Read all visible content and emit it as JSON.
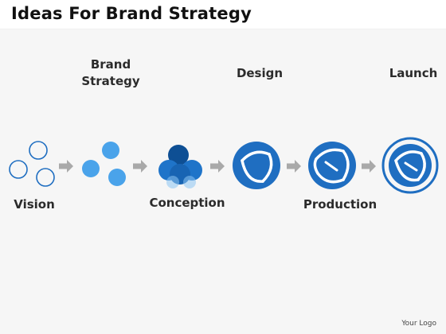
{
  "title": "Ideas For Brand Strategy",
  "stages": [
    {
      "label": "Vision"
    },
    {
      "label": "Brand Strategy"
    },
    {
      "label": "Conception"
    },
    {
      "label": "Design"
    },
    {
      "label": "Production"
    },
    {
      "label": "Launch"
    }
  ],
  "logo_text": "Your Logo",
  "colors": {
    "outline_blue": "#1f6ec1",
    "light_blue": "#4aa3ea",
    "mid_blue": "#1f74c9",
    "dark_blue": "#0e5aa6",
    "arrow_gray": "#a9a9a9"
  }
}
